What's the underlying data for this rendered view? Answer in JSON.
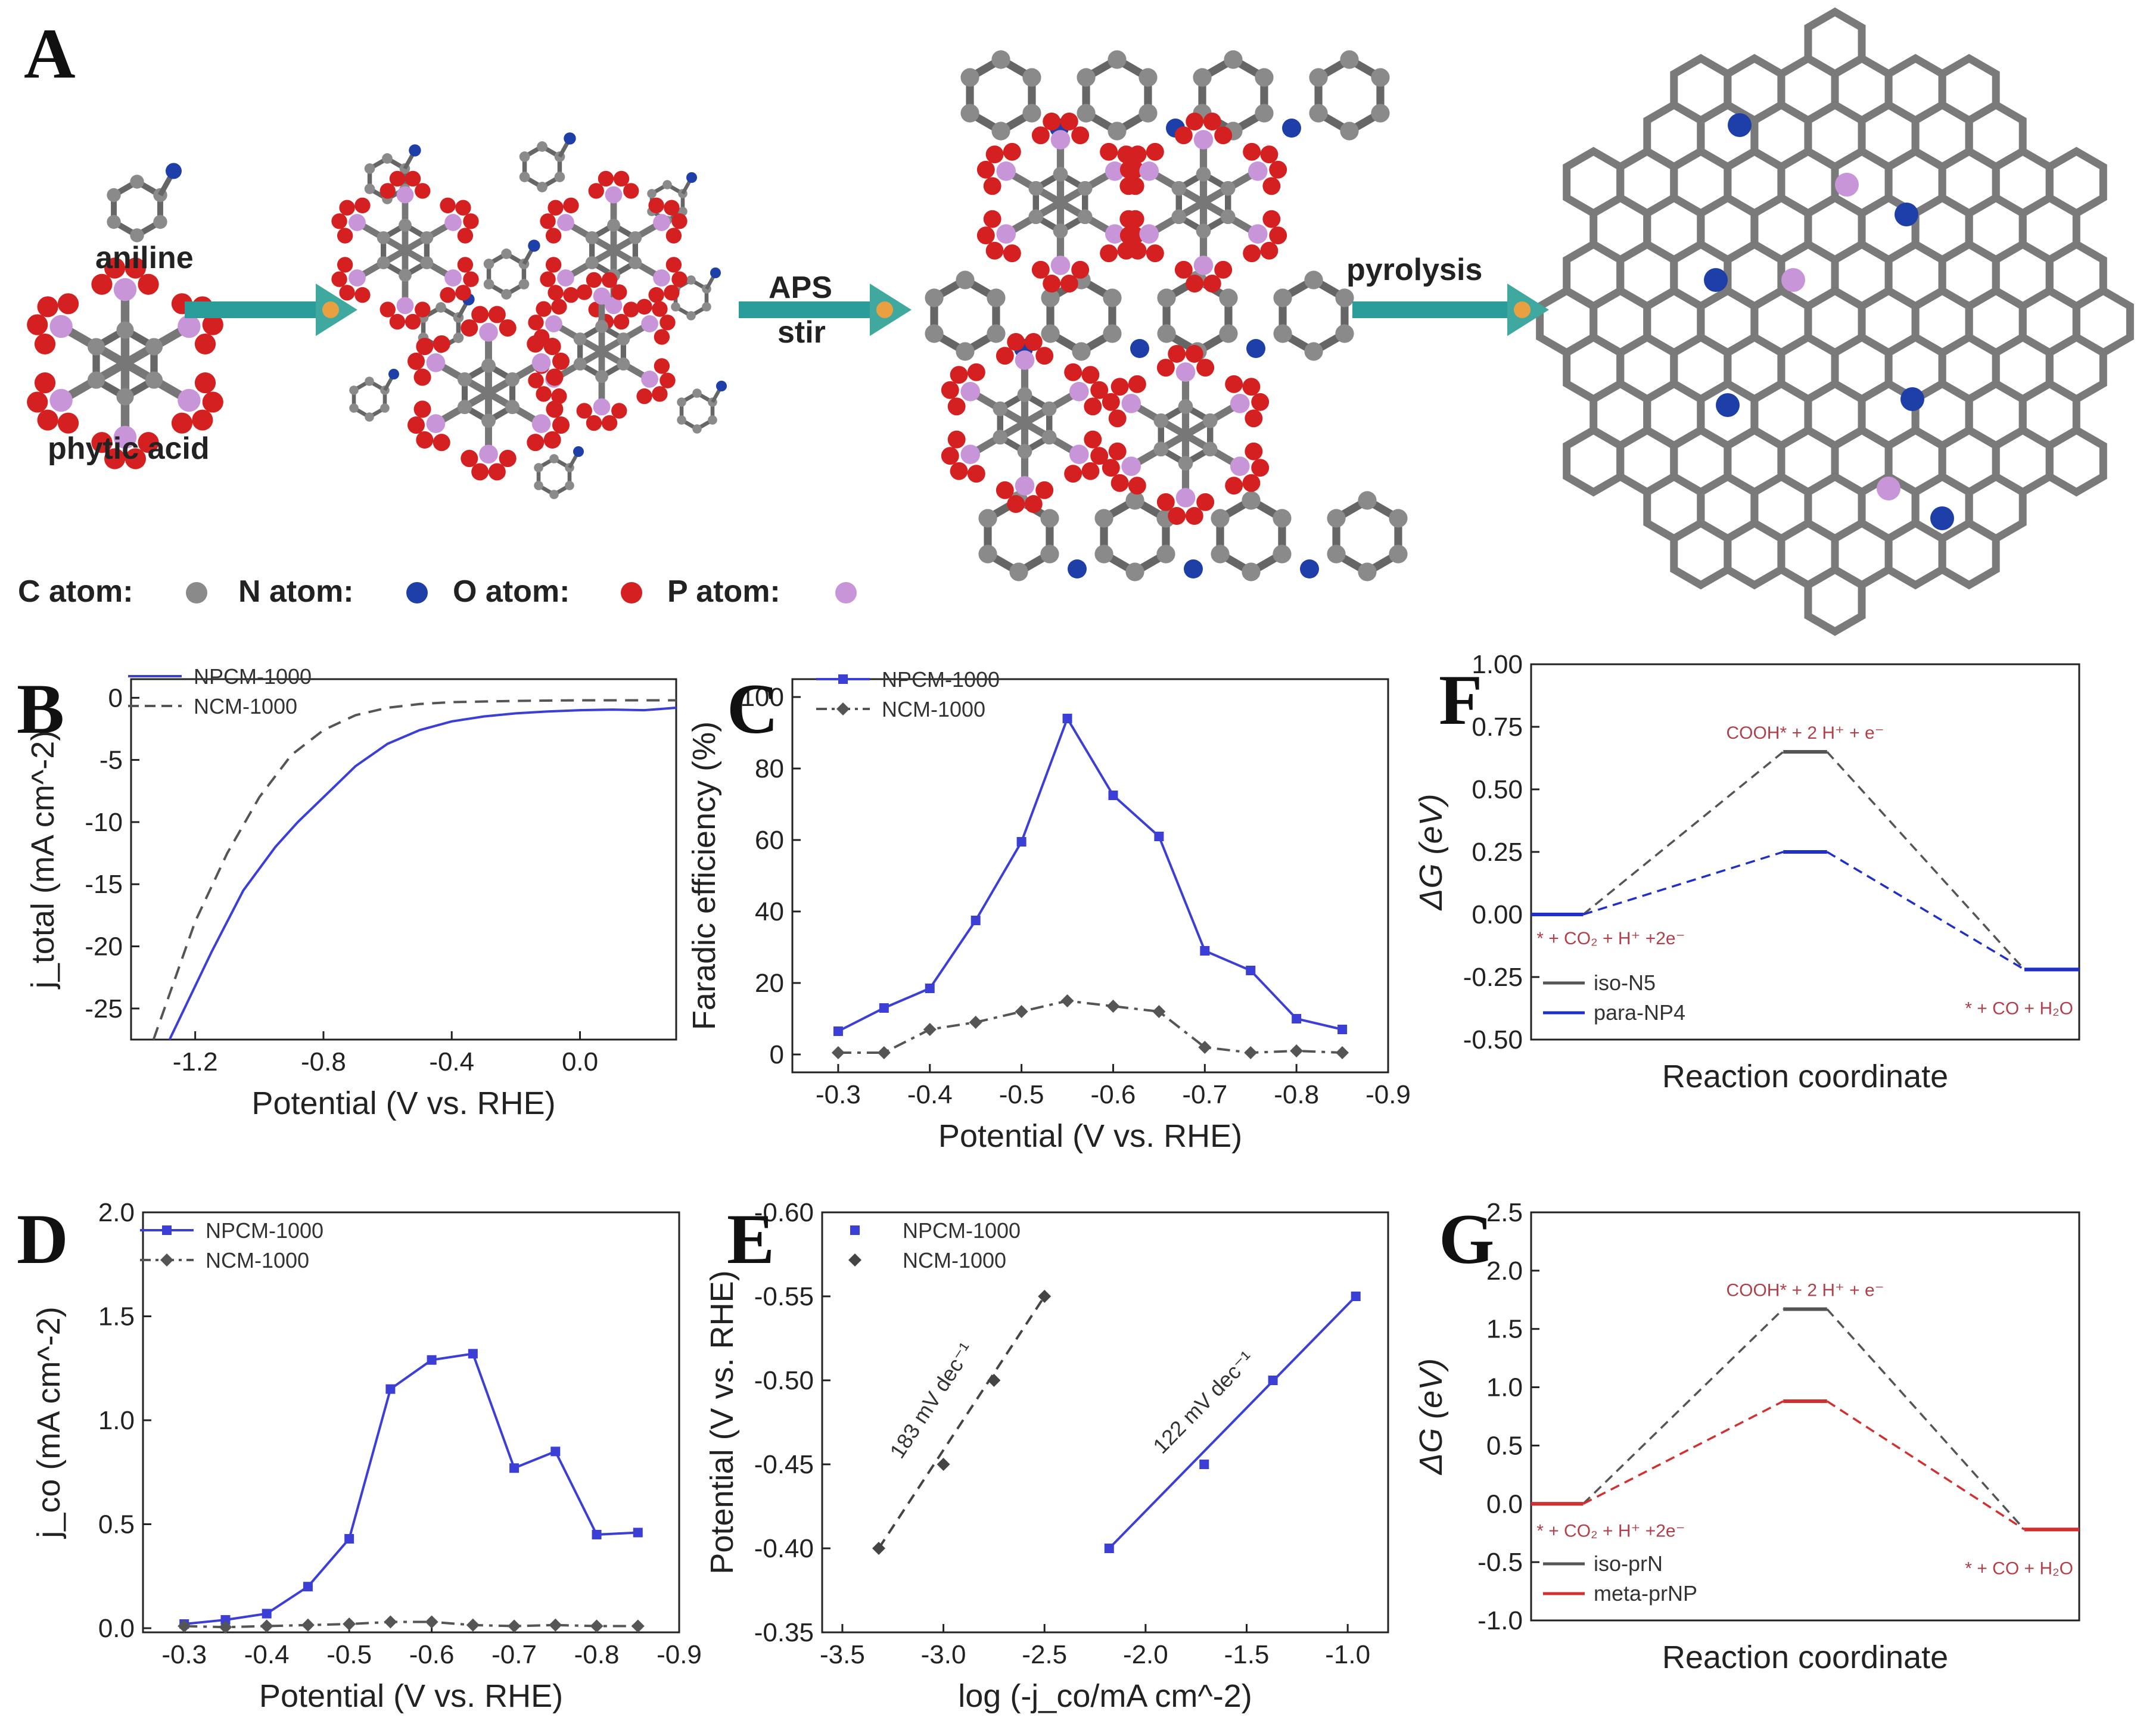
{
  "panels": {
    "A": {
      "letter": "A",
      "labels": {
        "aniline": "aniline",
        "phytic_acid": "phytic acid",
        "aps": "APS",
        "stir": "stir",
        "pyrolysis": "pyrolysis"
      },
      "legend": [
        {
          "label": "C atom:",
          "color": "#8a8a8a"
        },
        {
          "label": "N atom:",
          "color": "#1f3fa8"
        },
        {
          "label": "O atom:",
          "color": "#d42020"
        },
        {
          "label": "P atom:",
          "color": "#c896d8"
        }
      ]
    },
    "B": {
      "letter": "B"
    },
    "C": {
      "letter": "C"
    },
    "D": {
      "letter": "D"
    },
    "E": {
      "letter": "E"
    },
    "F": {
      "letter": "F"
    },
    "G": {
      "letter": "G"
    }
  },
  "colors": {
    "npcm": "#3b3fd6",
    "ncm": "#555555",
    "energy_black": "#555555",
    "energy_blue": "#1f2fc8",
    "energy_red": "#d03030",
    "annotation": "#b0404a"
  },
  "chart_data": [
    {
      "panel": "B",
      "type": "line",
      "xlabel": "Potential (V vs. RHE)",
      "ylabel": "j_total (mA cm^-2)",
      "xlim": [
        -1.4,
        0.3
      ],
      "ylim": [
        -27.5,
        1.5
      ],
      "xticks": [
        -1.2,
        -0.8,
        -0.4,
        0.0
      ],
      "xtick_labels": [
        "-1.2",
        "-0.8",
        "-0.4",
        "0.0"
      ],
      "yticks": [
        0,
        -5,
        -10,
        -15,
        -20,
        -25
      ],
      "ytick_labels": [
        "0",
        "-5",
        "-10",
        "-15",
        "-20",
        "-25"
      ],
      "series": [
        {
          "name": "NPCM-1000",
          "style": "solid",
          "x": [
            -1.28,
            -1.15,
            -1.05,
            -0.95,
            -0.88,
            -0.78,
            -0.7,
            -0.6,
            -0.5,
            -0.4,
            -0.3,
            -0.2,
            -0.1,
            0.0,
            0.1,
            0.2,
            0.25,
            0.3
          ],
          "y": [
            -27.5,
            -20.5,
            -15.5,
            -12,
            -10,
            -7.5,
            -5.5,
            -3.7,
            -2.6,
            -1.9,
            -1.5,
            -1.25,
            -1.1,
            -1.0,
            -0.95,
            -1.0,
            -0.9,
            -0.8
          ]
        },
        {
          "name": "NCM-1000",
          "style": "dashed",
          "x": [
            -1.33,
            -1.2,
            -1.1,
            -1.0,
            -0.9,
            -0.8,
            -0.7,
            -0.6,
            -0.5,
            -0.4,
            -0.2,
            0.0,
            0.3
          ],
          "y": [
            -27.5,
            -18,
            -12.5,
            -8,
            -4.6,
            -2.6,
            -1.4,
            -0.8,
            -0.5,
            -0.35,
            -0.25,
            -0.2,
            -0.2
          ]
        }
      ]
    },
    {
      "panel": "C",
      "type": "line",
      "xlabel": "Potential (V vs. RHE)",
      "ylabel": "Faradic efficiency (%)",
      "xlim": [
        -0.25,
        -0.9
      ],
      "ylim": [
        -5,
        105
      ],
      "xticks": [
        -0.3,
        -0.4,
        -0.5,
        -0.6,
        -0.7,
        -0.8,
        -0.9
      ],
      "xtick_labels": [
        "-0.3",
        "-0.4",
        "-0.5",
        "-0.6",
        "-0.7",
        "-0.8",
        "-0.9"
      ],
      "yticks": [
        0,
        20,
        40,
        60,
        80,
        100
      ],
      "ytick_labels": [
        "0",
        "20",
        "40",
        "60",
        "80",
        "100"
      ],
      "x": [
        -0.3,
        -0.35,
        -0.4,
        -0.45,
        -0.5,
        -0.55,
        -0.6,
        -0.65,
        -0.7,
        -0.75,
        -0.8,
        -0.85
      ],
      "series": [
        {
          "name": "NPCM-1000",
          "style": "solid",
          "marker": "square",
          "values": [
            6.5,
            13,
            18.5,
            37.5,
            59.5,
            94,
            72.5,
            61,
            29,
            23.5,
            10,
            7
          ]
        },
        {
          "name": "NCM-1000",
          "style": "dashdot",
          "marker": "diamond",
          "values": [
            0.5,
            0.5,
            7,
            9,
            12,
            15,
            13.5,
            12,
            2,
            0.5,
            1,
            0.5
          ]
        }
      ]
    },
    {
      "panel": "D",
      "type": "line",
      "xlabel": "Potential (V vs. RHE)",
      "ylabel": "j_co (mA cm^-2)",
      "xlim": [
        -0.25,
        -0.9
      ],
      "ylim": [
        -0.02,
        2.0
      ],
      "xticks": [
        -0.3,
        -0.4,
        -0.5,
        -0.6,
        -0.7,
        -0.8,
        -0.9
      ],
      "xtick_labels": [
        "-0.3",
        "-0.4",
        "-0.5",
        "-0.6",
        "-0.7",
        "-0.8",
        "-0.9"
      ],
      "yticks": [
        0,
        0.5,
        1.0,
        1.5,
        2.0
      ],
      "ytick_labels": [
        "0.0",
        "0.5",
        "1.0",
        "1.5",
        "2.0"
      ],
      "x": [
        -0.3,
        -0.35,
        -0.4,
        -0.45,
        -0.5,
        -0.55,
        -0.6,
        -0.65,
        -0.7,
        -0.75,
        -0.8,
        -0.85
      ],
      "series": [
        {
          "name": "NPCM-1000",
          "style": "solid",
          "marker": "square",
          "values": [
            0.02,
            0.04,
            0.07,
            0.2,
            0.43,
            1.15,
            1.29,
            1.32,
            0.77,
            0.85,
            0.45,
            0.46
          ]
        },
        {
          "name": "NCM-1000",
          "style": "dashdot",
          "marker": "diamond",
          "values": [
            0.01,
            0.005,
            0.01,
            0.015,
            0.02,
            0.03,
            0.03,
            0.015,
            0.01,
            0.015,
            0.01,
            0.01
          ]
        }
      ]
    },
    {
      "panel": "E",
      "type": "scatter",
      "xlabel": "log (-j_co/mA cm^-2)",
      "ylabel": "Potential (V vs. RHE)",
      "xlim": [
        -3.6,
        -0.8
      ],
      "ylim": [
        -0.35,
        -0.6
      ],
      "xticks": [
        -3.5,
        -3.0,
        -2.5,
        -2.0,
        -1.5,
        -1.0
      ],
      "xtick_labels": [
        "-3.5",
        "-3.0",
        "-2.5",
        "-2.0",
        "-1.5",
        "-1.0"
      ],
      "yticks": [
        -0.35,
        -0.4,
        -0.45,
        -0.5,
        -0.55,
        -0.6
      ],
      "ytick_labels": [
        "-0.35",
        "-0.40",
        "-0.45",
        "-0.50",
        "-0.55",
        "-0.60"
      ],
      "series": [
        {
          "name": "NPCM-1000",
          "marker": "square",
          "x": [
            -2.18,
            -1.71,
            -1.37,
            -0.96
          ],
          "y": [
            -0.4,
            -0.45,
            -0.5,
            -0.55
          ],
          "fit": [
            [
              -2.18,
              -0.4
            ],
            [
              -0.96,
              -0.55
            ]
          ],
          "slope_label": "122 mV dec⁻¹"
        },
        {
          "name": "NCM-1000",
          "marker": "diamond",
          "x": [
            -3.32,
            -3.0,
            -2.75,
            -2.5
          ],
          "y": [
            -0.4,
            -0.45,
            -0.5,
            -0.55
          ],
          "fit": [
            [
              -3.32,
              -0.4
            ],
            [
              -2.5,
              -0.55
            ]
          ],
          "slope_label": "183 mV dec⁻¹"
        }
      ]
    },
    {
      "panel": "F",
      "type": "line",
      "xlabel": "Reaction coordinate",
      "ylabel": "ΔG (eV)",
      "ylim": [
        -0.5,
        1.0
      ],
      "yticks": [
        1.0,
        0.75,
        0.5,
        0.25,
        0.0,
        -0.25,
        -0.5
      ],
      "ytick_labels": [
        "1.00",
        "0.75",
        "0.50",
        "0.25",
        "0.00",
        "-0.25",
        "-0.50"
      ],
      "states": [
        "* + CO₂ + H⁺ +2e⁻",
        "COOH* + 2 H⁺ + e⁻",
        "* + CO + H₂O"
      ],
      "series": [
        {
          "name": "iso-N5",
          "values": [
            0.0,
            0.65,
            -0.22
          ]
        },
        {
          "name": "para-NP4",
          "values": [
            0.0,
            0.25,
            -0.22
          ]
        }
      ]
    },
    {
      "panel": "G",
      "type": "line",
      "xlabel": "Reaction coordinate",
      "ylabel": "ΔG (eV)",
      "ylim": [
        -1.0,
        2.5
      ],
      "yticks": [
        2.5,
        2.0,
        1.5,
        1.0,
        0.5,
        0.0,
        -0.5,
        -1.0
      ],
      "ytick_labels": [
        "2.5",
        "2.0",
        "1.5",
        "1.0",
        "0.5",
        "0.0",
        "-0.5",
        "-1.0"
      ],
      "states": [
        "* + CO₂ + H⁺ +2e⁻",
        "COOH* + 2 H⁺ + e⁻",
        "* + CO + H₂O"
      ],
      "series": [
        {
          "name": "iso-prN",
          "values": [
            0.0,
            1.67,
            -0.22
          ]
        },
        {
          "name": "meta-prNP",
          "values": [
            0.0,
            0.88,
            -0.22
          ]
        }
      ]
    }
  ]
}
